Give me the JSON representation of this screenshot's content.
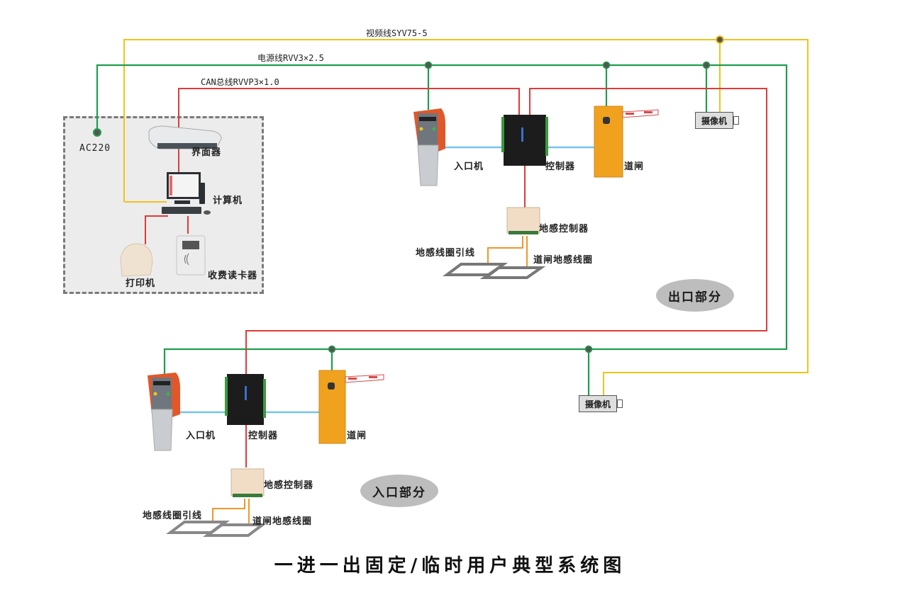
{
  "title": "一进一出固定/临时用户典型系统图",
  "cables": {
    "video": {
      "label": "视频线SYV75-5",
      "color": "#f0c419"
    },
    "power": {
      "label": "电源线RVV3×2.5",
      "color": "#1e9e4e"
    },
    "can": {
      "label": "CAN总线RVVP3×1.0",
      "color": "#e03a3a"
    },
    "signal": {
      "color": "#74c3ea"
    },
    "loop": {
      "color": "#f0962a"
    }
  },
  "office": {
    "power_source": "AC220",
    "interface": "界面器",
    "computer": "计算机",
    "printer": "打印机",
    "card_reader": "收费读卡器"
  },
  "exit_section": {
    "zone_label": "出口部分",
    "entry_machine": "入口机",
    "controller": "控制器",
    "barrier_gate": "道闸",
    "camera": "摄像机",
    "loop_controller": "地感控制器",
    "loop_lead": "地感线圈引线",
    "gate_loop": "道闸地感线圈"
  },
  "entry_section": {
    "zone_label": "入口部分",
    "entry_machine": "入口机",
    "controller": "控制器",
    "barrier_gate": "道闸",
    "camera": "摄像机",
    "loop_controller": "地感控制器",
    "loop_lead": "地感线圈引线",
    "gate_loop": "道闸地感线圈"
  }
}
